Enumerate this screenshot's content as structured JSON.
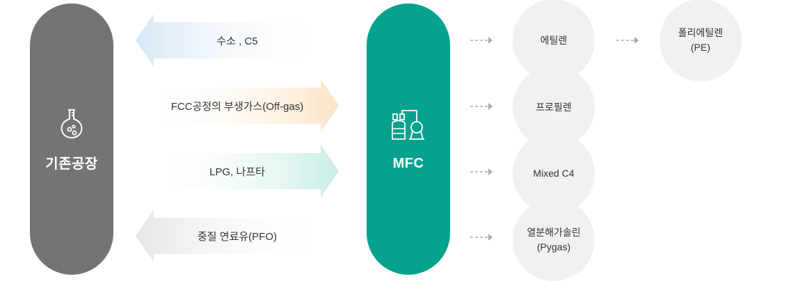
{
  "left_block": {
    "title": "기존공장",
    "icon": "flask-icon",
    "color": "#747474"
  },
  "mfc_block": {
    "title": "MFC",
    "icon": "plant-tanks-icon",
    "color": "#05a28d"
  },
  "flows": [
    {
      "label": "수소 , C5",
      "direction": "left",
      "color": "#dbeaf6"
    },
    {
      "label": "FCC공정의 부생가스(Off-gas)",
      "direction": "right",
      "color": "#fbe8d2"
    },
    {
      "label": "LPG, 나프타",
      "direction": "right",
      "color": "#d0efea"
    },
    {
      "label": "중질 연료유(PFO)",
      "direction": "left",
      "color": "#ebebeb"
    }
  ],
  "products": [
    {
      "line1": "에틸렌",
      "line2": ""
    },
    {
      "line1": "프로필렌",
      "line2": ""
    },
    {
      "line1": "Mixed C4",
      "line2": ""
    },
    {
      "line1": "열분해가솔린",
      "line2": "(Pygas)"
    }
  ],
  "derivative": {
    "line1": "폴리에틸렌",
    "line2": "(PE)"
  },
  "connector_color": "#aaaaaa"
}
